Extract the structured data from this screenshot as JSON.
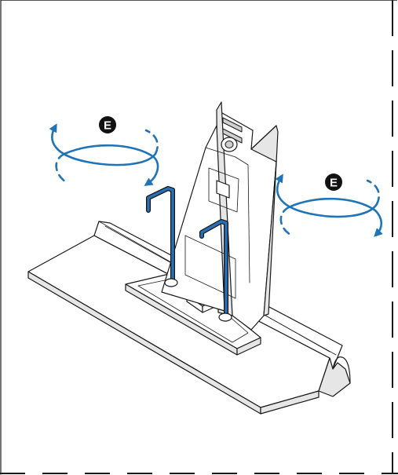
{
  "callouts": [
    {
      "id": "left",
      "label": "E"
    },
    {
      "id": "right",
      "label": "E"
    }
  ],
  "colors": {
    "rotation_arrow": "#1f73b7",
    "wrench": "#2a6fb3",
    "line": "#1a1a1a",
    "badge": "#111111",
    "background": "#ffffff"
  },
  "icons": {
    "rotation": "rotate-both-directions-icon",
    "tool": "hex-key-icon"
  }
}
